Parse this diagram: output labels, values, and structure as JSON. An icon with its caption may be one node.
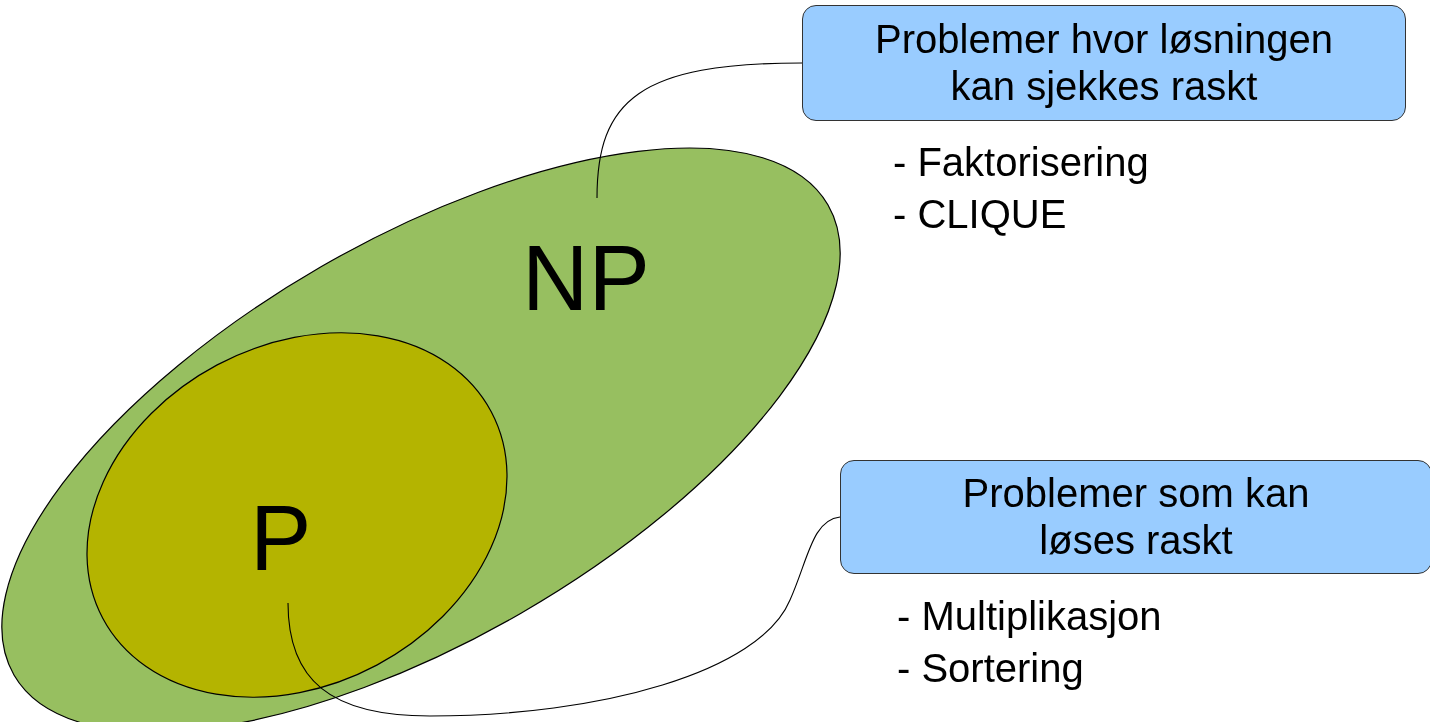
{
  "diagram": {
    "nodes": [
      {
        "text": [
          "NP"
        ]
      },
      {
        "text": [
          "P"
        ],
        "in": 0
      },
      {
        "text": [
          "Problemer hvor løsningen kan sjekkes raskt"
        ],
        "beside": [
          "- Faktorisering",
          "- CLIQUE"
        ]
      },
      {
        "text": [
          "Problemer som kan løses raskt"
        ],
        "beside": [
          "- Multiplikasjon",
          "- Sortering"
        ]
      }
    ],
    "edges": [
      {
        "from": 2,
        "to": 0,
        "arrow": "none"
      },
      {
        "from": 3,
        "to": 1,
        "arrow": "none"
      }
    ]
  }
}
